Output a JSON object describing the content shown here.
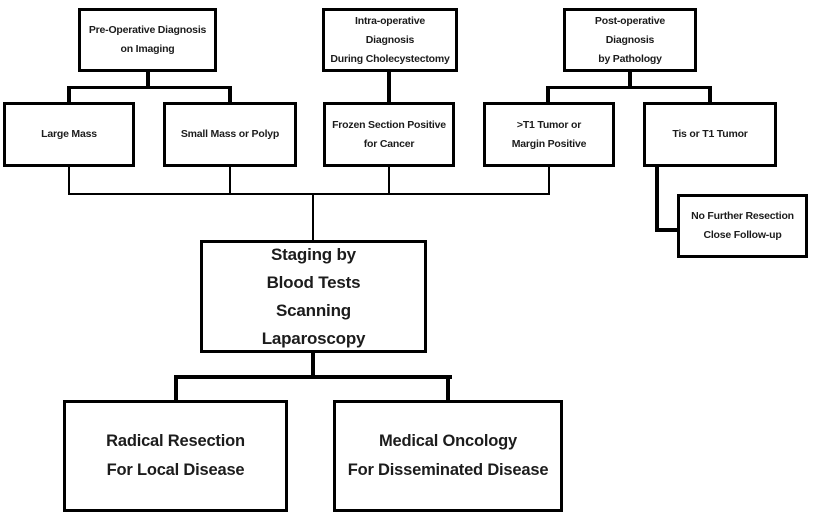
{
  "diagram": {
    "type": "flowchart",
    "background_color": "#ffffff",
    "line_color": "#000000",
    "nodes": {
      "preop": {
        "lines": [
          "Pre-Operative Diagnosis",
          "on Imaging"
        ]
      },
      "intraop": {
        "lines": [
          "Intra-operative",
          "Diagnosis",
          "During Cholecystectomy"
        ]
      },
      "postop": {
        "lines": [
          "Post-operative",
          "Diagnosis",
          "by Pathology"
        ]
      },
      "large_mass": {
        "lines": [
          "Large Mass"
        ]
      },
      "small_mass": {
        "lines": [
          "Small Mass  or Polyp"
        ]
      },
      "frozen_section": {
        "lines": [
          "Frozen Section Positive",
          "for Cancer"
        ]
      },
      "gt_t1_tumor": {
        "lines": [
          ">T1 Tumor  or",
          "Margin Positive"
        ]
      },
      "tis_t1_tumor": {
        "lines": [
          "Tis or T1  Tumor"
        ]
      },
      "no_further": {
        "lines": [
          "No Further Resection",
          "Close Follow-up"
        ]
      },
      "staging": {
        "lines": [
          "Staging by",
          "Blood Tests",
          "Scanning",
          "Laparoscopy"
        ]
      },
      "radical": {
        "lines": [
          "Radical Resection",
          "For Local Disease"
        ]
      },
      "medical": {
        "lines": [
          "Medical Oncology",
          "For Disseminated Disease"
        ]
      }
    }
  }
}
